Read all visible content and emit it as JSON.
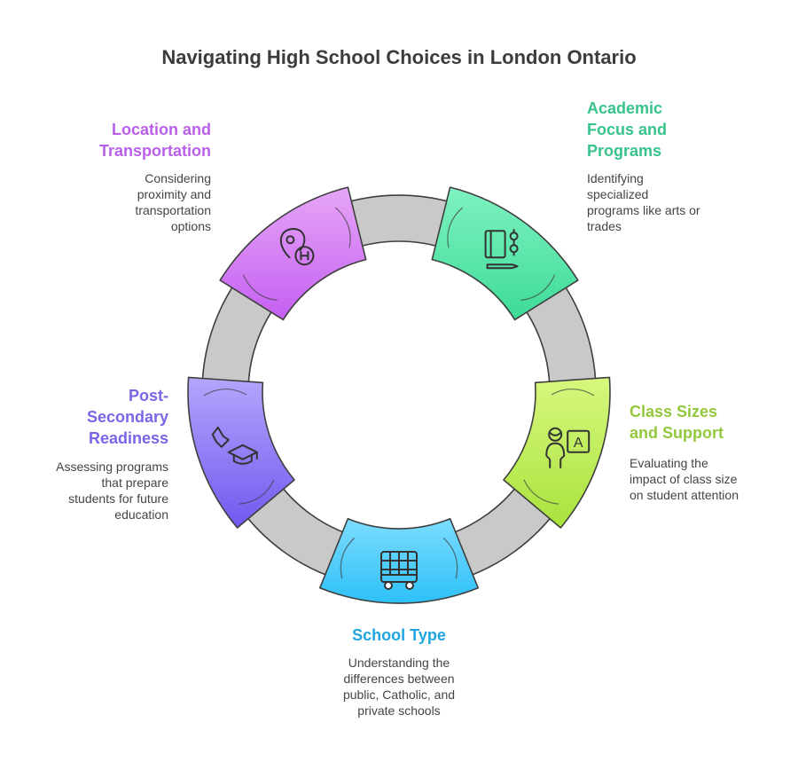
{
  "title": "Navigating High School Choices in London Ontario",
  "colors": {
    "ring": "#c9c9c9",
    "outline": "#3f3f3f"
  },
  "items": [
    {
      "key": "location",
      "heading_lines": [
        "Location and",
        "Transportation"
      ],
      "desc_lines": [
        "Considering",
        "proximity and",
        "transportation",
        "options"
      ],
      "color": "#b95fe8",
      "fill_top": "#e6a6f7",
      "fill_bottom": "#c55ff2",
      "icon": "location-pin-hospital-icon"
    },
    {
      "key": "academic",
      "heading_lines": [
        "Academic",
        "Focus and",
        "Programs"
      ],
      "desc_lines": [
        "Identifying",
        "specialized",
        "programs like arts or",
        "trades"
      ],
      "color": "#37c38a",
      "fill_top": "#7ff2c2",
      "fill_bottom": "#3ddb97",
      "icon": "notebook-pencil-icon"
    },
    {
      "key": "class-sizes",
      "heading_lines": [
        "Class Sizes",
        "and Support"
      ],
      "desc_lines": [
        "Evaluating the",
        "impact of class size",
        "on student attention"
      ],
      "color": "#93c83c",
      "fill_top": "#d7f77e",
      "fill_bottom": "#a9e33c",
      "icon": "teacher-board-icon"
    },
    {
      "key": "school-type",
      "heading_lines": [
        "School Type"
      ],
      "desc_lines": [
        "Understanding the",
        "differences between",
        "public, Catholic, and",
        "private schools"
      ],
      "color": "#1fa6df",
      "fill_top": "#7ddcff",
      "fill_bottom": "#2dc0f7",
      "icon": "school-bus-icon"
    },
    {
      "key": "post-secondary",
      "heading_lines": [
        "Post-",
        "Secondary",
        "Readiness"
      ],
      "desc_lines": [
        "Assessing programs",
        "that prepare",
        "students for future",
        "education"
      ],
      "color": "#7b64e6",
      "fill_top": "#b3a6fb",
      "fill_bottom": "#7258f0",
      "icon": "graduation-cap-icon"
    }
  ]
}
